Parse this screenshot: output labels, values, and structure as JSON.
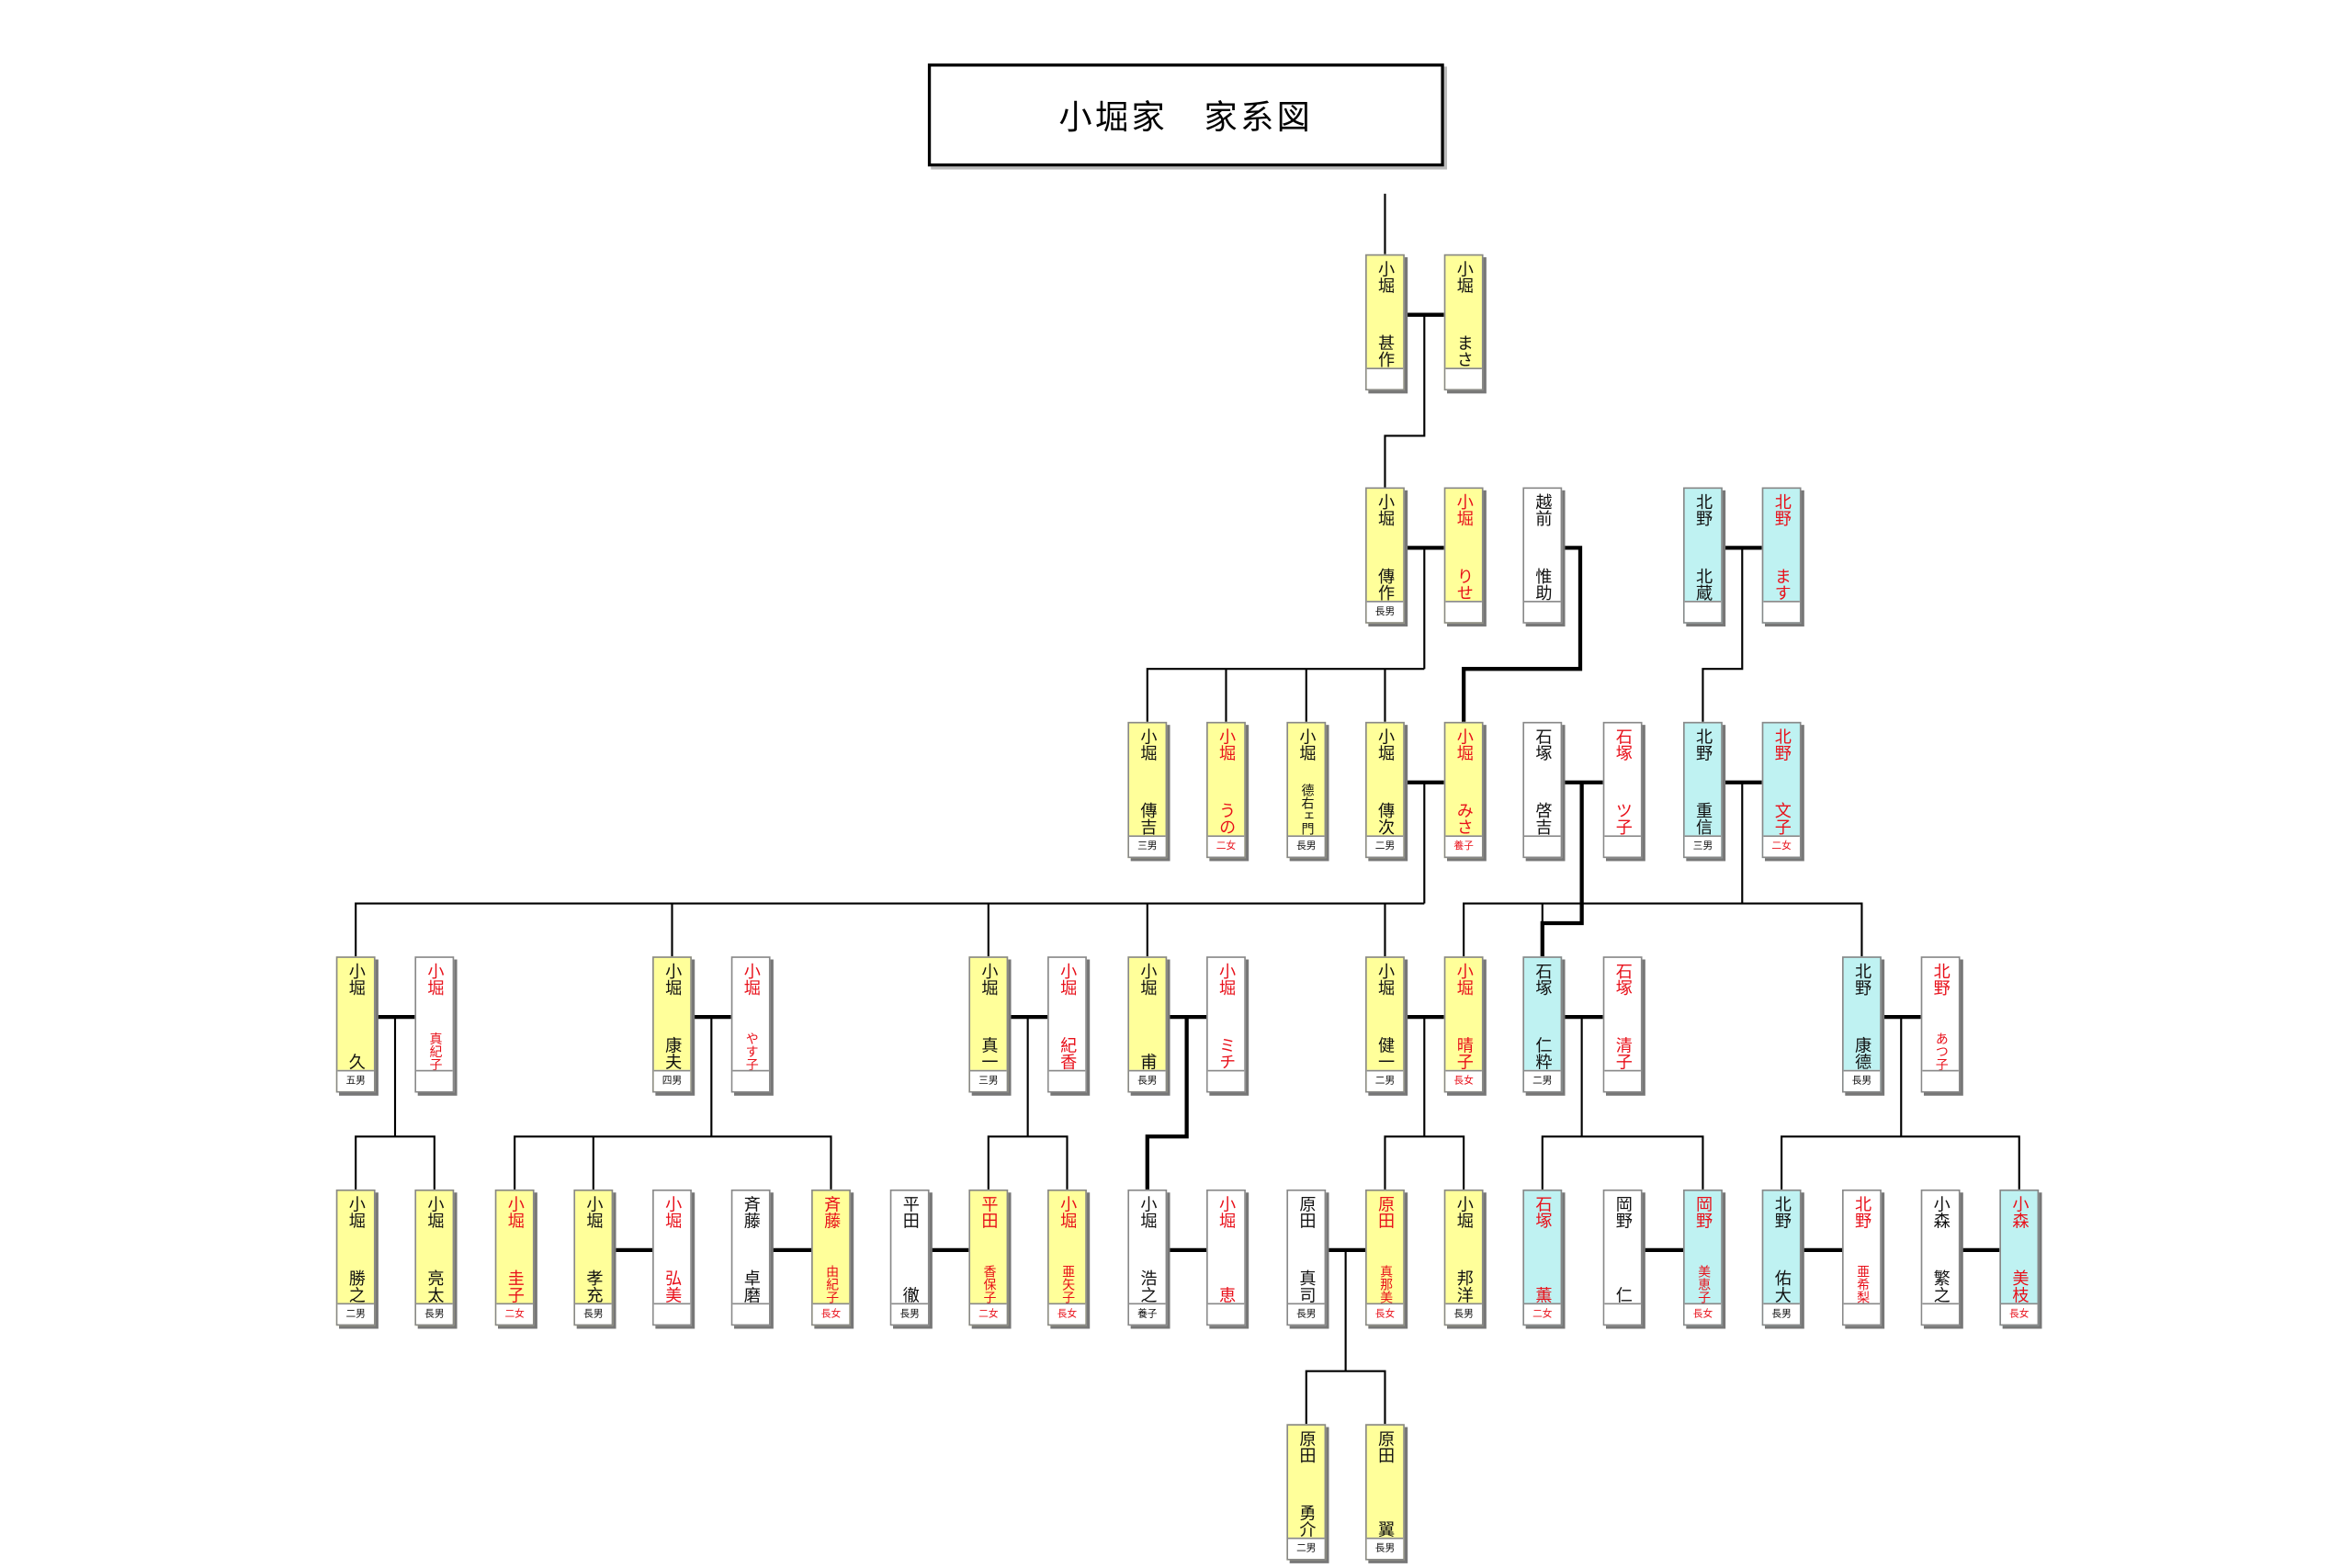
{
  "title": "小堀家　家系図",
  "colors": {
    "yellow_card": "#ffff9a",
    "cyan_card": "#bff2f2",
    "white_card": "#ffffff",
    "male_text": "#111111",
    "female_text": "#e8101a",
    "line": "#000000"
  },
  "people": [
    {
      "id": "p1",
      "surname": "小堀",
      "given": "甚作",
      "relation": "",
      "fill": "yellow",
      "text": "black"
    },
    {
      "id": "p2",
      "surname": "小堀",
      "given": "まさ",
      "relation": "",
      "fill": "yellow",
      "text": "black"
    },
    {
      "id": "p3",
      "surname": "小堀",
      "given": "傳作",
      "relation": "長男",
      "fill": "yellow",
      "text": "black"
    },
    {
      "id": "p4",
      "surname": "小堀",
      "given": "りせ",
      "relation": "",
      "fill": "yellow",
      "text": "red"
    },
    {
      "id": "p5",
      "surname": "越前",
      "given": "惟助",
      "relation": "",
      "fill": "white",
      "text": "black"
    },
    {
      "id": "p6",
      "surname": "北野",
      "given": "北蔵",
      "relation": "",
      "fill": "cyan",
      "text": "black"
    },
    {
      "id": "p7",
      "surname": "北野",
      "given": "ます",
      "relation": "",
      "fill": "cyan",
      "text": "red"
    },
    {
      "id": "p8",
      "surname": "小堀",
      "given": "傳吉",
      "relation": "三男",
      "fill": "yellow",
      "text": "black"
    },
    {
      "id": "p9",
      "surname": "小堀",
      "given": "うの",
      "relation": "二女",
      "fill": "yellow",
      "text": "red"
    },
    {
      "id": "p10",
      "surname": "小堀",
      "given": "德右ェ門",
      "relation": "長男",
      "fill": "yellow",
      "text": "black"
    },
    {
      "id": "p11",
      "surname": "小堀",
      "given": "傳次",
      "relation": "二男",
      "fill": "yellow",
      "text": "black"
    },
    {
      "id": "p12",
      "surname": "小堀",
      "given": "みさ",
      "relation": "養子",
      "fill": "yellow",
      "text": "red"
    },
    {
      "id": "p13",
      "surname": "石塚",
      "given": "啓吉",
      "relation": "",
      "fill": "white",
      "text": "black"
    },
    {
      "id": "p14",
      "surname": "石塚",
      "given": "ツ子",
      "relation": "",
      "fill": "white",
      "text": "red"
    },
    {
      "id": "p15",
      "surname": "北野",
      "given": "重信",
      "relation": "三男",
      "fill": "cyan",
      "text": "black"
    },
    {
      "id": "p16",
      "surname": "北野",
      "given": "文子",
      "relation": "二女",
      "fill": "cyan",
      "text": "red"
    },
    {
      "id": "p17",
      "surname": "小堀",
      "given": "久",
      "relation": "五男",
      "fill": "yellow",
      "text": "black"
    },
    {
      "id": "p18",
      "surname": "小堀",
      "given": "真紀子",
      "relation": "",
      "fill": "white",
      "text": "red"
    },
    {
      "id": "p19",
      "surname": "小堀",
      "given": "康夫",
      "relation": "四男",
      "fill": "yellow",
      "text": "black"
    },
    {
      "id": "p20",
      "surname": "小堀",
      "given": "やす子",
      "relation": "",
      "fill": "white",
      "text": "red"
    },
    {
      "id": "p21",
      "surname": "小堀",
      "given": "真一",
      "relation": "三男",
      "fill": "yellow",
      "text": "black"
    },
    {
      "id": "p22",
      "surname": "小堀",
      "given": "紀香",
      "relation": "",
      "fill": "white",
      "text": "red"
    },
    {
      "id": "p23",
      "surname": "小堀",
      "given": "甫",
      "relation": "長男",
      "fill": "yellow",
      "text": "black"
    },
    {
      "id": "p24",
      "surname": "小堀",
      "given": "ミチ",
      "relation": "",
      "fill": "white",
      "text": "red"
    },
    {
      "id": "p25",
      "surname": "小堀",
      "given": "健一",
      "relation": "二男",
      "fill": "yellow",
      "text": "black"
    },
    {
      "id": "p26",
      "surname": "小堀",
      "given": "晴子",
      "relation": "長女",
      "fill": "yellow",
      "text": "red"
    },
    {
      "id": "p27",
      "surname": "石塚",
      "given": "仁粋",
      "relation": "二男",
      "fill": "cyan",
      "text": "black"
    },
    {
      "id": "p28",
      "surname": "石塚",
      "given": "清子",
      "relation": "",
      "fill": "white",
      "text": "red"
    },
    {
      "id": "p29",
      "surname": "北野",
      "given": "康德",
      "relation": "長男",
      "fill": "cyan",
      "text": "black"
    },
    {
      "id": "p30",
      "surname": "北野",
      "given": "あつ子",
      "relation": "",
      "fill": "white",
      "text": "red"
    },
    {
      "id": "p31",
      "surname": "小堀",
      "given": "勝之",
      "relation": "二男",
      "fill": "yellow",
      "text": "black"
    },
    {
      "id": "p32",
      "surname": "小堀",
      "given": "亮太",
      "relation": "長男",
      "fill": "yellow",
      "text": "black"
    },
    {
      "id": "p33",
      "surname": "小堀",
      "given": "圭子",
      "relation": "二女",
      "fill": "yellow",
      "text": "red"
    },
    {
      "id": "p34",
      "surname": "小堀",
      "given": "孝充",
      "relation": "長男",
      "fill": "yellow",
      "text": "black"
    },
    {
      "id": "p35",
      "surname": "小堀",
      "given": "弘美",
      "relation": "",
      "fill": "white",
      "text": "red"
    },
    {
      "id": "p36",
      "surname": "斉藤",
      "given": "卓磨",
      "relation": "",
      "fill": "white",
      "text": "black"
    },
    {
      "id": "p37",
      "surname": "斉藤",
      "given": "由紀子",
      "relation": "長女",
      "fill": "yellow",
      "text": "red"
    },
    {
      "id": "p38",
      "surname": "平田",
      "given": "徹",
      "relation": "長男",
      "fill": "white",
      "text": "black"
    },
    {
      "id": "p39",
      "surname": "平田",
      "given": "香保子",
      "relation": "二女",
      "fill": "yellow",
      "text": "red"
    },
    {
      "id": "p40",
      "surname": "小堀",
      "given": "亜矢子",
      "relation": "長女",
      "fill": "yellow",
      "text": "red"
    },
    {
      "id": "p41",
      "surname": "小堀",
      "given": "浩之",
      "relation": "養子",
      "fill": "white",
      "text": "black"
    },
    {
      "id": "p42",
      "surname": "小堀",
      "given": "恵",
      "relation": "",
      "fill": "white",
      "text": "red"
    },
    {
      "id": "p43",
      "surname": "原田",
      "given": "真司",
      "relation": "長男",
      "fill": "white",
      "text": "black"
    },
    {
      "id": "p44",
      "surname": "原田",
      "given": "真那美",
      "relation": "長女",
      "fill": "yellow",
      "text": "red"
    },
    {
      "id": "p45",
      "surname": "小堀",
      "given": "邦洋",
      "relation": "長男",
      "fill": "yellow",
      "text": "black"
    },
    {
      "id": "p46",
      "surname": "石塚",
      "given": "薫",
      "relation": "二女",
      "fill": "cyan",
      "text": "red"
    },
    {
      "id": "p47",
      "surname": "岡野",
      "given": "仁",
      "relation": "",
      "fill": "white",
      "text": "black"
    },
    {
      "id": "p48",
      "surname": "岡野",
      "given": "美恵子",
      "relation": "長女",
      "fill": "cyan",
      "text": "red"
    },
    {
      "id": "p49",
      "surname": "北野",
      "given": "佑大",
      "relation": "長男",
      "fill": "cyan",
      "text": "black"
    },
    {
      "id": "p50",
      "surname": "北野",
      "given": "亜希梨",
      "relation": "",
      "fill": "white",
      "text": "red"
    },
    {
      "id": "p51",
      "surname": "小森",
      "given": "繁之",
      "relation": "",
      "fill": "white",
      "text": "black"
    },
    {
      "id": "p52",
      "surname": "小森",
      "given": "美枝",
      "relation": "長女",
      "fill": "cyan",
      "text": "red"
    },
    {
      "id": "p53",
      "surname": "原田",
      "given": "勇介",
      "relation": "二男",
      "fill": "yellow",
      "text": "black"
    },
    {
      "id": "p54",
      "surname": "原田",
      "given": "翼",
      "relation": "長男",
      "fill": "yellow",
      "text": "black"
    }
  ]
}
